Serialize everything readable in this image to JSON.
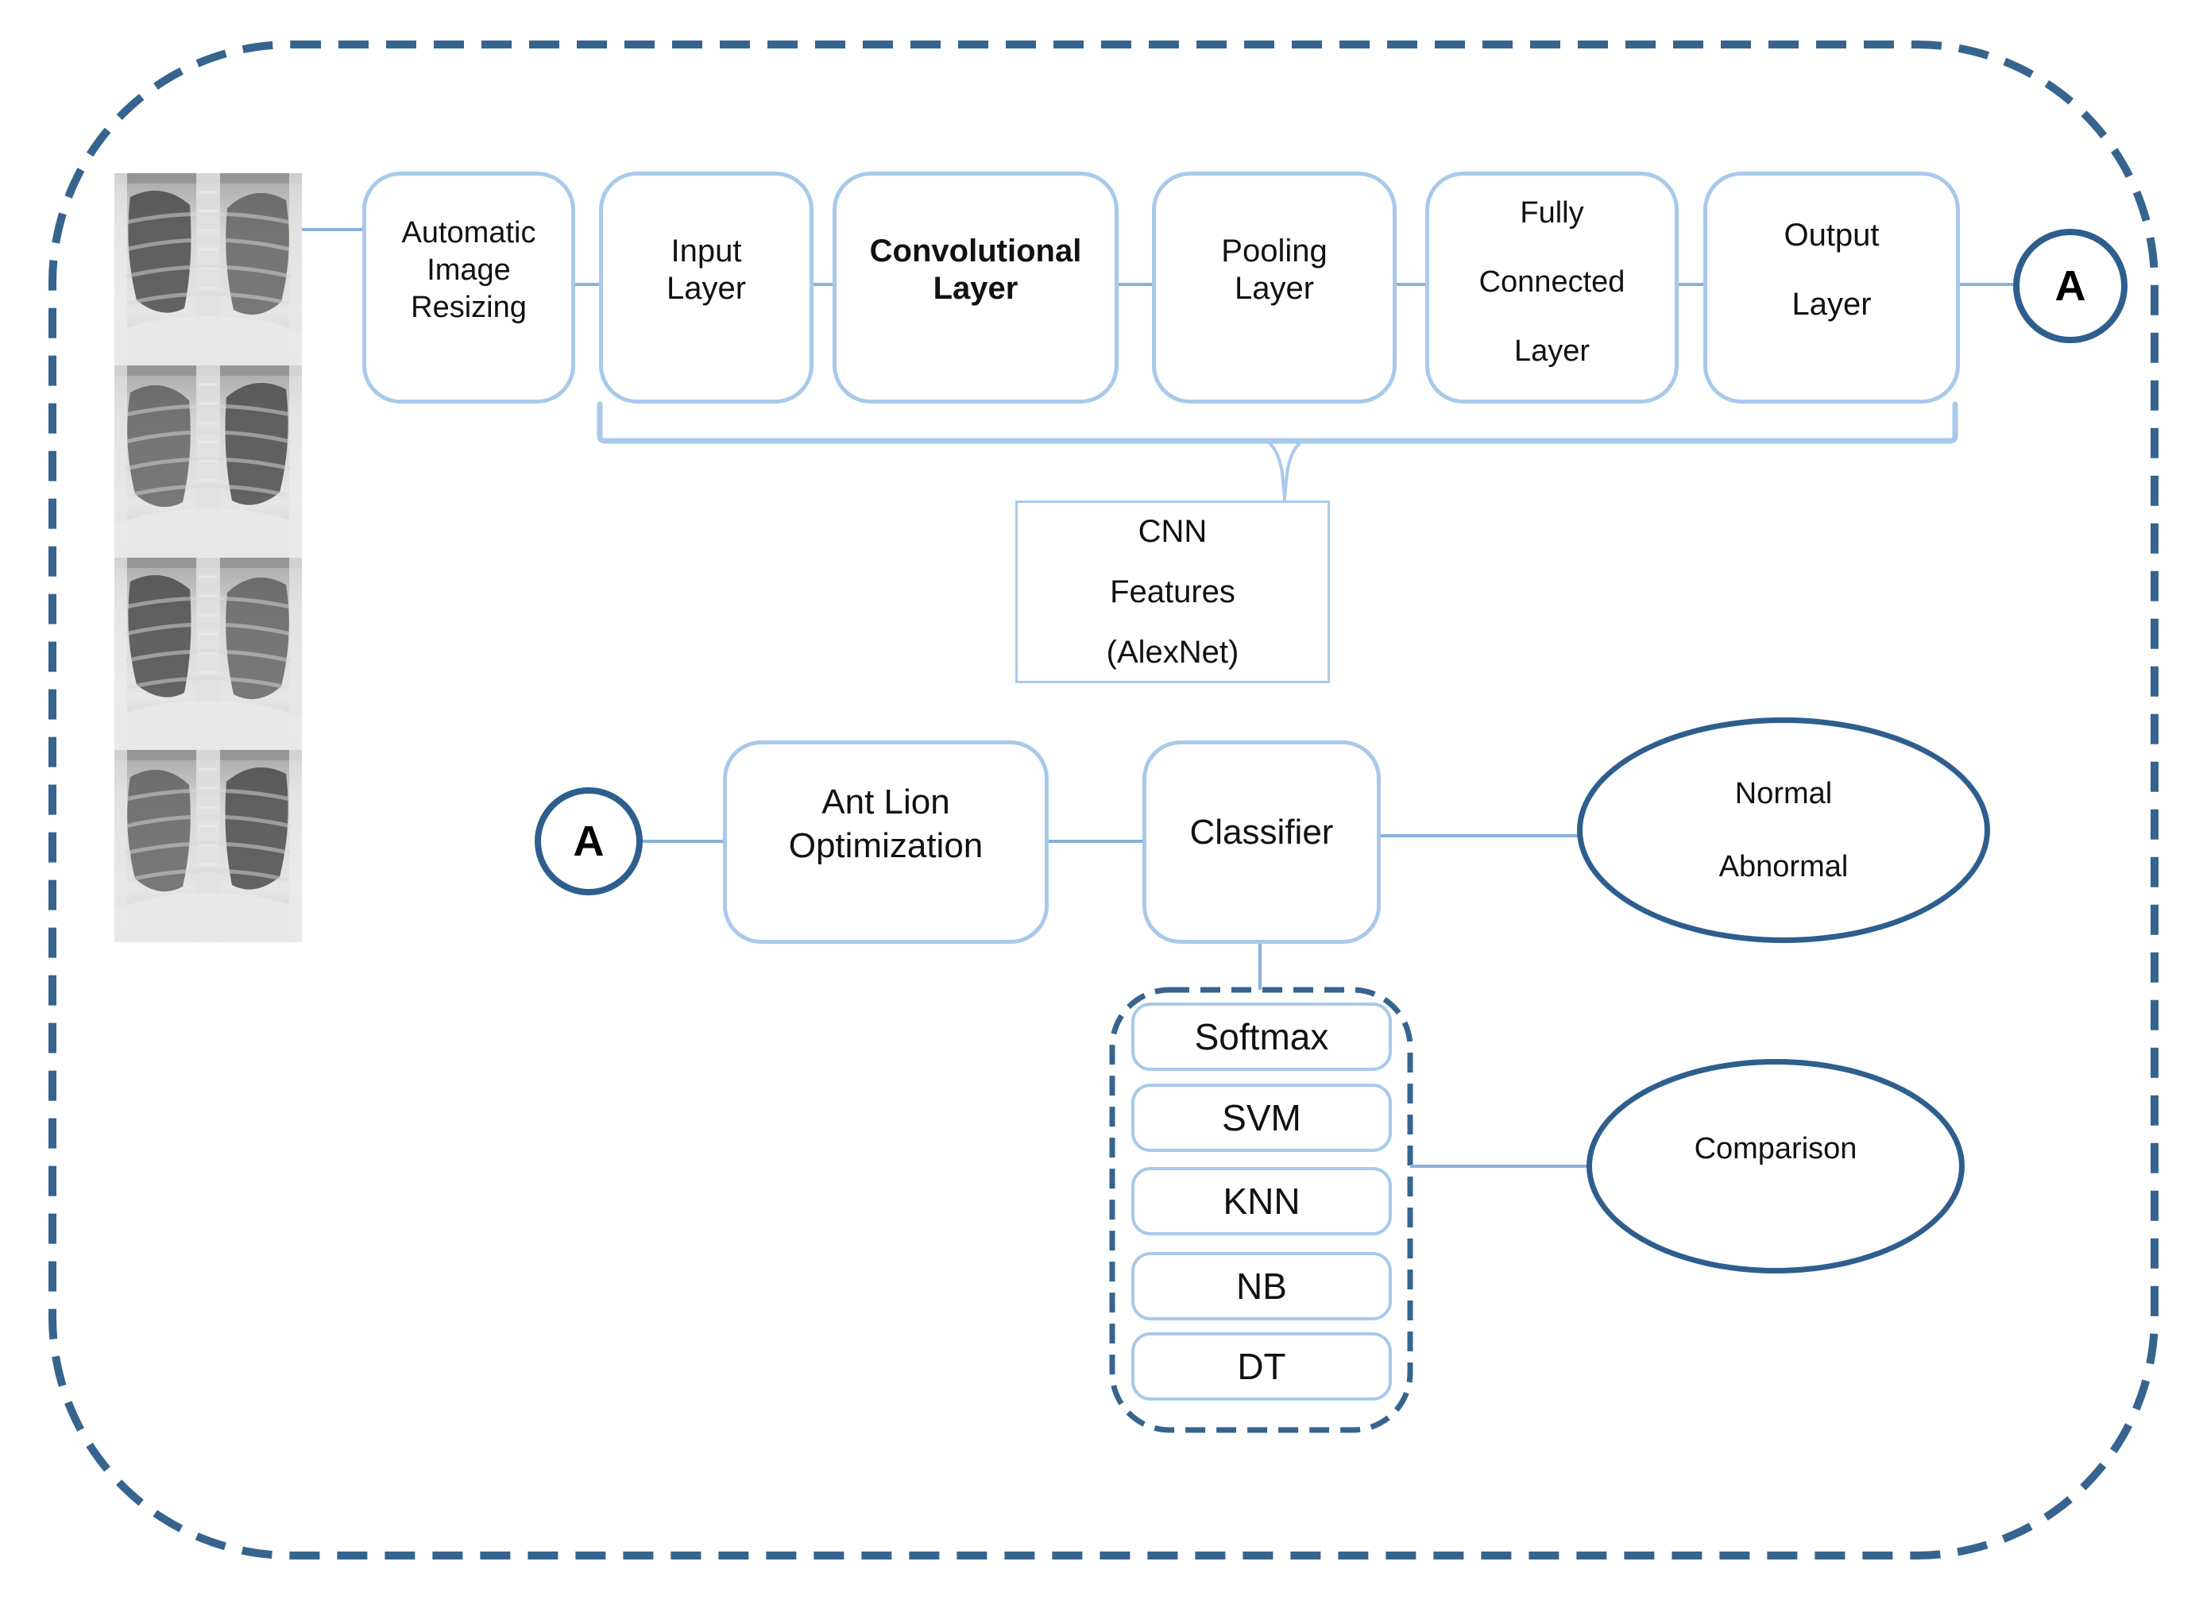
{
  "diagram": {
    "input_images": {
      "description": "chest X-ray sample",
      "count": 4
    },
    "cnn_pipeline": {
      "boxes": [
        {
          "id": "automatic-image-resizing",
          "lines": [
            "Automatic",
            "Image",
            "Resizing"
          ]
        },
        {
          "id": "input-layer",
          "lines": [
            "Input",
            "Layer"
          ]
        },
        {
          "id": "convolutional-layer",
          "lines": [
            "Convolutional",
            "Layer"
          ]
        },
        {
          "id": "pooling-layer",
          "lines": [
            "Pooling",
            "Layer"
          ]
        },
        {
          "id": "fully-connected-layer",
          "lines": [
            "Fully",
            "Connected",
            "Layer"
          ]
        },
        {
          "id": "output-layer",
          "lines": [
            "Output",
            "Layer"
          ]
        }
      ],
      "connector_label": "A",
      "group_label": {
        "lines": [
          "CNN",
          "Features",
          "(AlexNet)"
        ]
      }
    },
    "classification_stage": {
      "connector_label": "A",
      "optimizer": {
        "lines": [
          "Ant Lion",
          "Optimization"
        ]
      },
      "classifier_label": "Classifier",
      "result_ellipse": {
        "lines": [
          "Normal",
          "Abnormal"
        ]
      },
      "classifier_options": [
        "Softmax",
        "SVM",
        "KNN",
        "NB",
        "DT"
      ],
      "comparison_label": "Comparison"
    },
    "colors": {
      "box_border": "#A9C9EA",
      "connector_line": "#8AB0DC",
      "navy_outline": "#2E5E8E",
      "dashed_border": "#36648E"
    }
  }
}
